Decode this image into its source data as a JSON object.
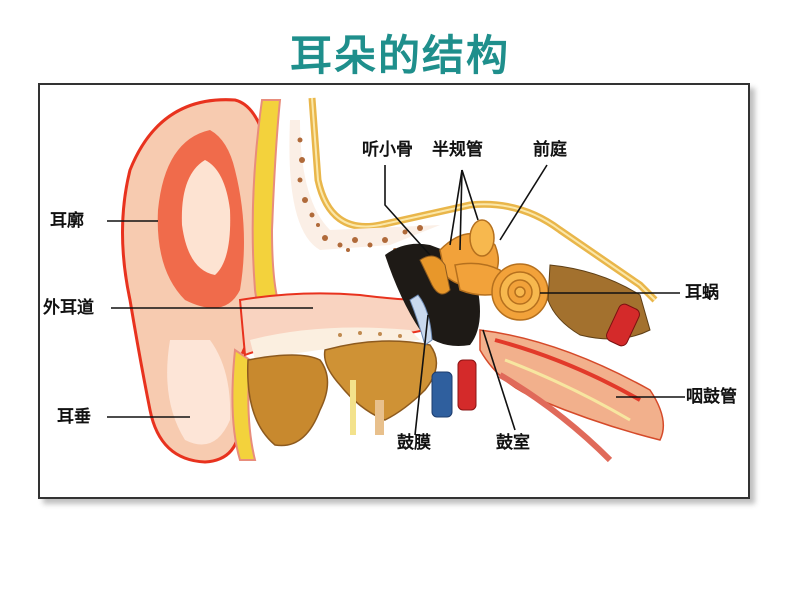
{
  "title": "耳朵的结构",
  "colors": {
    "title": "#1f8f8c",
    "frame_border": "#333333",
    "skin_light": "#f7cbb0",
    "skin_red": "#e8321e",
    "cartilage_yellow": "#f3d23c",
    "bone_orange": "#e0a030",
    "gland_brown": "#c8892e",
    "vein_blue": "#2f5f9e",
    "artery_red": "#d42a2a",
    "leader_line": "#111111"
  },
  "diagram": {
    "subject": "耳朵的结构",
    "labels": [
      {
        "id": "auricle",
        "text": "耳廓",
        "side": "left"
      },
      {
        "id": "ear_canal",
        "text": "外耳道",
        "side": "left"
      },
      {
        "id": "earlobe",
        "text": "耳垂",
        "side": "left"
      },
      {
        "id": "ossicles",
        "text": "听小骨",
        "side": "top"
      },
      {
        "id": "semicircular_canals",
        "text": "半规管",
        "side": "top"
      },
      {
        "id": "vestibule",
        "text": "前庭",
        "side": "top"
      },
      {
        "id": "cochlea",
        "text": "耳蜗",
        "side": "right"
      },
      {
        "id": "eustachian_tube",
        "text": "咽鼓管",
        "side": "right"
      },
      {
        "id": "eardrum",
        "text": "鼓膜",
        "side": "bottom"
      },
      {
        "id": "tympanic_cavity",
        "text": "鼓室",
        "side": "bottom"
      }
    ]
  }
}
